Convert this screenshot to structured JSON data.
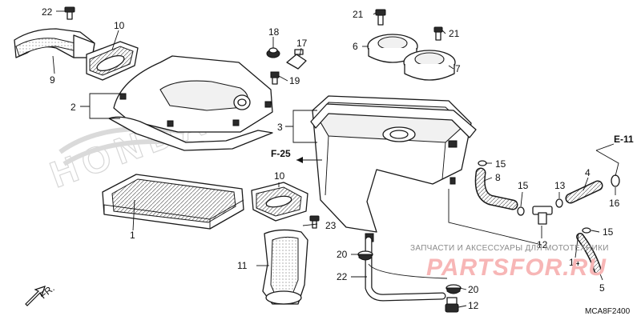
{
  "diagram": {
    "drawing_code": "MCA8F2400",
    "front_indicator": "FR.",
    "background_logo": "HONDA",
    "callouts": [
      "1",
      "2",
      "3",
      "4",
      "5",
      "6",
      "7",
      "8",
      "9",
      "10",
      "10",
      "11",
      "12",
      "13",
      "14",
      "15",
      "15",
      "15",
      "16",
      "17",
      "18",
      "19",
      "20",
      "20",
      "21",
      "21",
      "22",
      "22",
      "23"
    ],
    "references": [
      "E-11",
      "F-25"
    ]
  },
  "watermark": {
    "caption": "ЗАПЧАСТИ И АКСЕССУАРЫ ДЛЯ МОТОТЕХНИКИ",
    "brand": "PARTSFOR.RU"
  },
  "colors": {
    "line": "#1a1a1a",
    "watermark_brand": "#f7b6b6",
    "watermark_text": "#8a8a8a"
  }
}
